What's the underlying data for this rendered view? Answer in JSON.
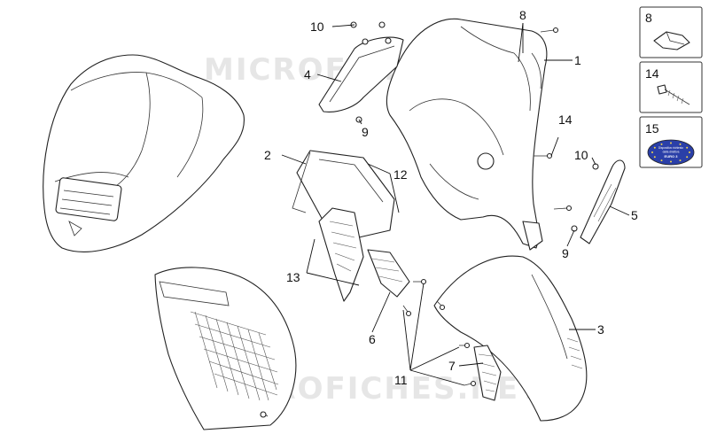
{
  "watermark": "MICROFICHES.NET",
  "callouts": {
    "c1": "1",
    "c2": "2",
    "c3": "3",
    "c4": "4",
    "c5": "5",
    "c6": "6",
    "c7": "7",
    "c8": "8",
    "c9a": "9",
    "c9b": "9",
    "c10a": "10",
    "c10b": "10",
    "c11": "11",
    "c12": "12",
    "c13": "13",
    "c14": "14"
  },
  "legend": {
    "item8": "8",
    "item14": "14",
    "item15": "15"
  },
  "badge_text": {
    "line1": "Dispositivo richiesto",
    "line2": "dalla direttiva",
    "line3": "EURO 3"
  },
  "colors": {
    "badge_fill": "#2a3fa8",
    "badge_stars": "#f2d64b"
  }
}
